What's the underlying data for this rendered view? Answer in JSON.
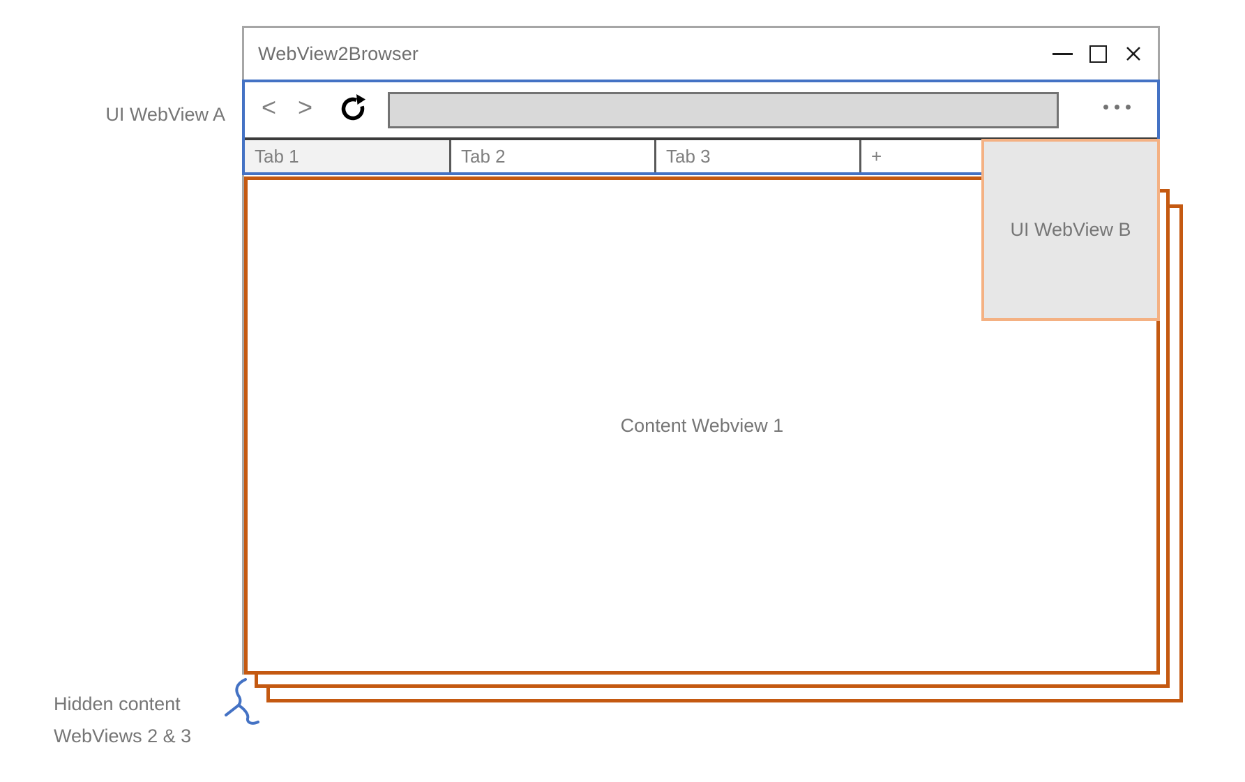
{
  "theme": {
    "accent-blue": "#4472C4",
    "accent-orange": "#C45911",
    "accent-peach": "#F4B183",
    "window-border-gray": "#A6A6A6",
    "text-gray": "#767676",
    "tab-text-gray": "#7F7F7F",
    "addressbar-fill": "#D9D9D9",
    "addressbar-border": "#737373",
    "tab-selected-fill": "#F2F2F2",
    "tab-border-dark": "#3B3B3B",
    "tab-divider": "#595959",
    "webview-b-fill": "#E7E7E7",
    "icon-black": "#1A1A1A",
    "nav-icon-gray": "#808080"
  },
  "browser_window": {
    "title": "WebView2Browser",
    "nav": {
      "back_icon": "<",
      "forward_icon": ">",
      "address_bar_value": ""
    },
    "tabs": [
      {
        "label": "Tab 1",
        "selected": true
      },
      {
        "label": "Tab 2",
        "selected": false
      },
      {
        "label": "Tab 3",
        "selected": false
      },
      {
        "label": "+",
        "selected": false
      }
    ]
  },
  "annotations": {
    "ui_webview_a": "UI WebView A",
    "ui_webview_b": "UI WebView B",
    "content_webview_1": "Content Webview 1",
    "hidden_webviews_line1": "Hidden content",
    "hidden_webviews_line2": "WebViews 2 & 3"
  }
}
